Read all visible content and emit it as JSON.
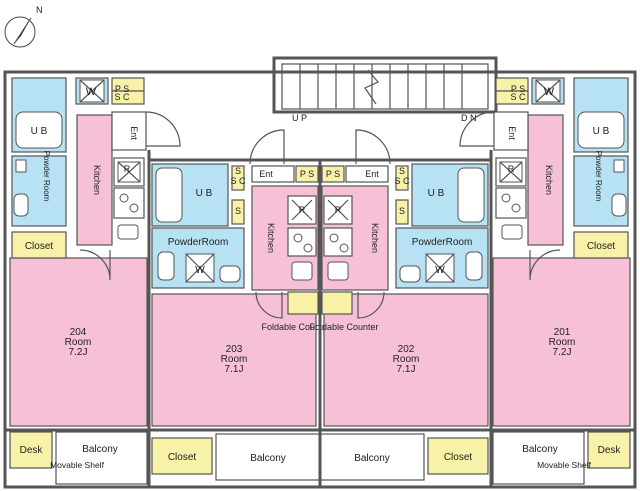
{
  "compass": {
    "label": "N"
  },
  "stair": {
    "up": "U P",
    "down": "D N"
  },
  "labels": {
    "ps": "P S",
    "sc": "S C",
    "s": "S",
    "ent": "Ent",
    "ub": "U B",
    "kitchen": "Kitchen",
    "powder_room": "PowderRoom",
    "powder_room_v": "Powder Room",
    "closet": "Closet",
    "desk": "Desk",
    "balcony": "Balcony",
    "movable_shelf": "Movable Shelf",
    "foldable_counter": "Foldable Counter",
    "w": "W",
    "r": "R"
  },
  "units": [
    {
      "number": "204",
      "room": "Room",
      "size": "7.2J"
    },
    {
      "number": "203",
      "room": "Room",
      "size": "7.1J"
    },
    {
      "number": "202",
      "room": "Room",
      "size": "7.1J"
    },
    {
      "number": "201",
      "room": "Room",
      "size": "7.2J"
    }
  ]
}
